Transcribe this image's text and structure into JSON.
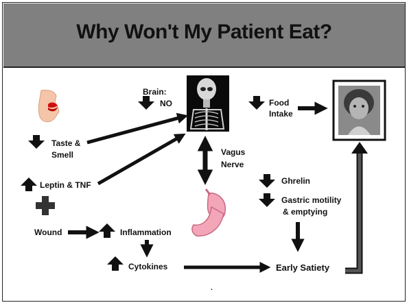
{
  "slide": {
    "title": "Why Won't My Patient Eat?",
    "footer_mark": "."
  },
  "diagram": {
    "brain_line1": "Brain:",
    "brain_line2": "NO",
    "food_line1": "Food",
    "food_line2": "Intake",
    "taste_line1": "Taste &",
    "taste_line2": "Smell",
    "vagus_line1": "Vagus",
    "vagus_line2": "Nerve",
    "leptin": "Leptin & TNF",
    "ghrelin": "Ghrelin",
    "gastric_line1": "Gastric motility",
    "gastric_line2": "& emptying",
    "wound": "Wound",
    "inflammation": "Inflammation",
    "cytokines": "Cytokines",
    "early_satiety": "Early Satiety"
  },
  "icons": [
    "lips-icon",
    "skeleton-icon",
    "patient-photo-icon",
    "stomach-icon",
    "up-arrow-icon",
    "down-arrow-icon",
    "plus-icon"
  ]
}
